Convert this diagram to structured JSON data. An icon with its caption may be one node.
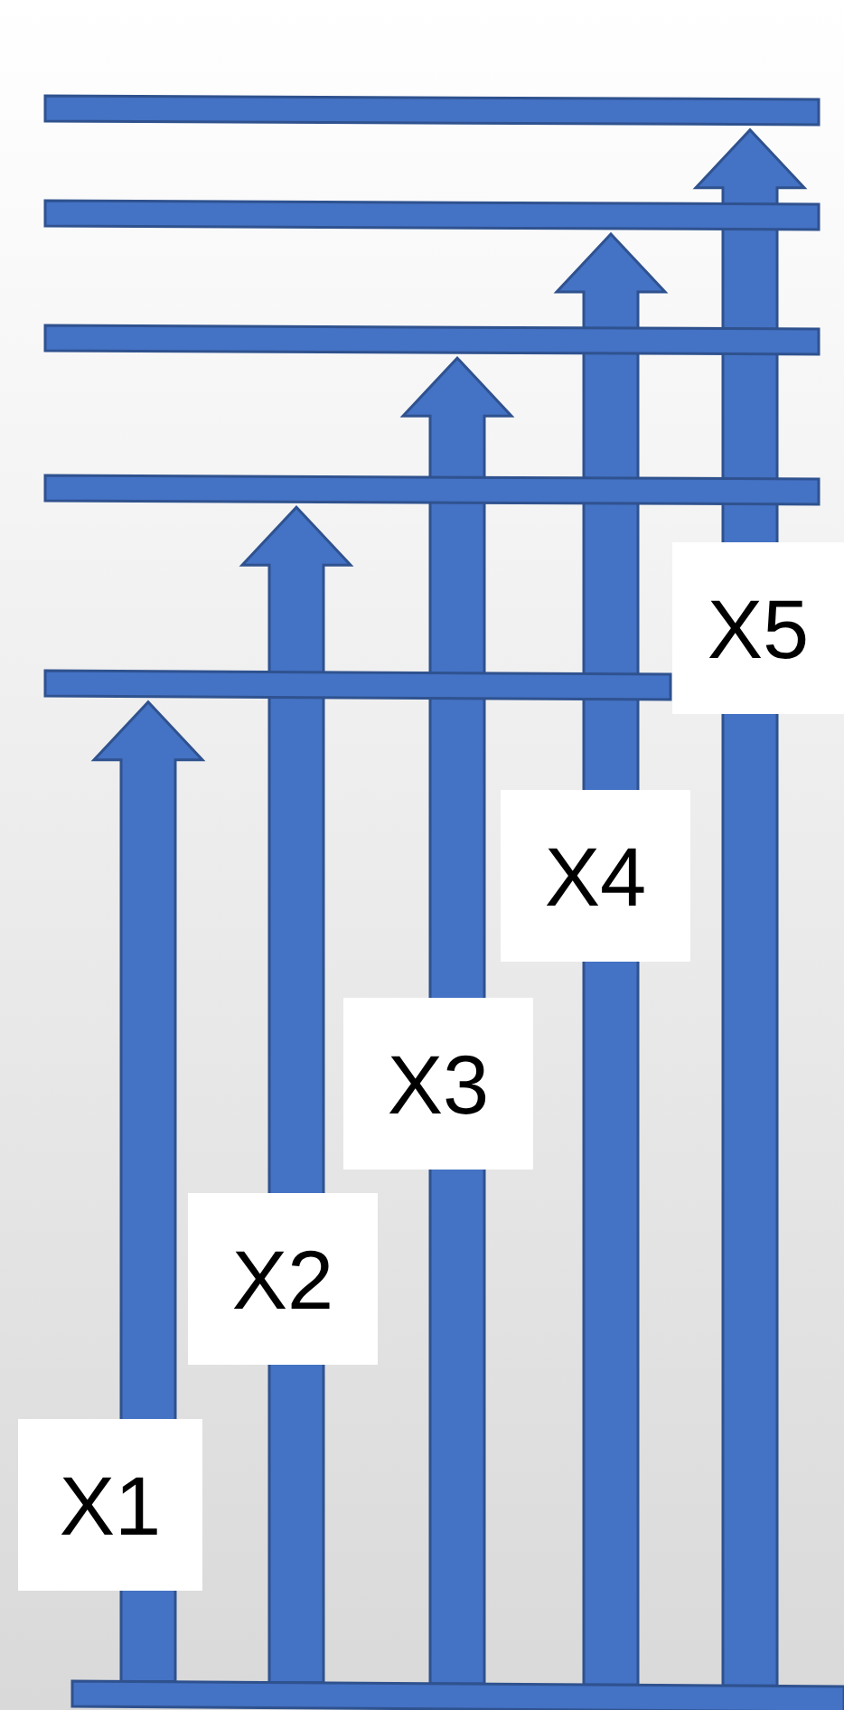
{
  "diagram": {
    "nodes": [
      {
        "text": [],
        "shape": "bar"
      },
      {
        "text": [],
        "shape": "bar"
      },
      {
        "text": [],
        "shape": "bar"
      },
      {
        "text": [],
        "shape": "bar"
      },
      {
        "text": [],
        "shape": "bar"
      },
      {
        "text": [],
        "shape": "bar"
      }
    ],
    "edges": [
      {
        "from": 5,
        "to": 4,
        "arrow": "to",
        "label": "X1"
      },
      {
        "from": 5,
        "to": 3,
        "arrow": "to",
        "label": "X2"
      },
      {
        "from": 5,
        "to": 2,
        "arrow": "to",
        "label": "X3"
      },
      {
        "from": 5,
        "to": 1,
        "arrow": "to",
        "label": "X4"
      },
      {
        "from": 5,
        "to": 0,
        "arrow": "to",
        "label": "X5"
      }
    ]
  }
}
